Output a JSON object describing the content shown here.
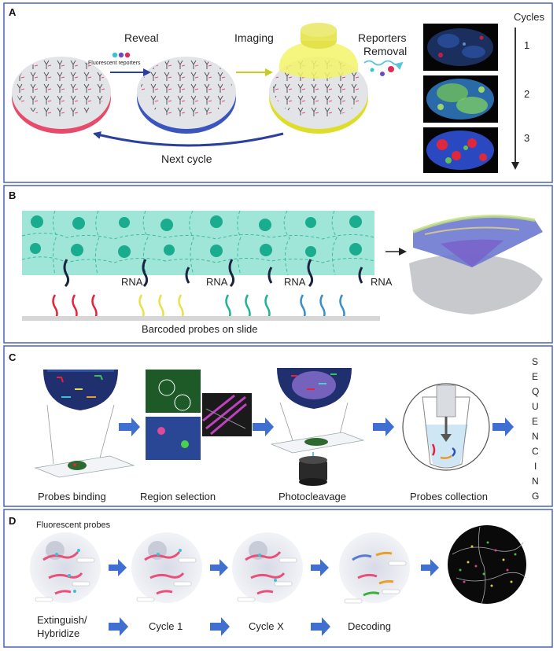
{
  "panel_a": {
    "letter": "A",
    "reveal": "Reveal",
    "fluorescent_reporters": "Fluorescent reporters",
    "imaging": "Imaging",
    "reporters_removal_1": "Reporters",
    "reporters_removal_2": "Removal",
    "next_cycle": "Next cycle",
    "cycles_title": "Cycles",
    "cycle_numbers": [
      "1",
      "2",
      "3"
    ]
  },
  "panel_b": {
    "letter": "B",
    "rna_label": "RNA",
    "barcoded_probes": "Barcoded probes on slide"
  },
  "panel_c": {
    "letter": "C",
    "steps": [
      "Probes binding",
      "Region selection",
      "Photocleavage",
      "Probes collection"
    ],
    "sequencing_letters": [
      "S",
      "E",
      "Q",
      "U",
      "E",
      "N",
      "C",
      "I",
      "N",
      "G"
    ]
  },
  "panel_d": {
    "letter": "D",
    "fluorescent_probes": "Fluorescent probes",
    "step1_line1": "Extinguish/",
    "step1_line2": "Hybridize",
    "step2": "Cycle 1",
    "step3": "Cycle X",
    "step4": "Decoding"
  },
  "colors": {
    "frame": "#4a63b8",
    "arrow_blue": "#3f6fd1",
    "teal": "#8fe6d6",
    "teal_dot": "#1fb393",
    "red": "#e8213a",
    "blue": "#2a4fb8",
    "yellow": "#e4e635"
  }
}
